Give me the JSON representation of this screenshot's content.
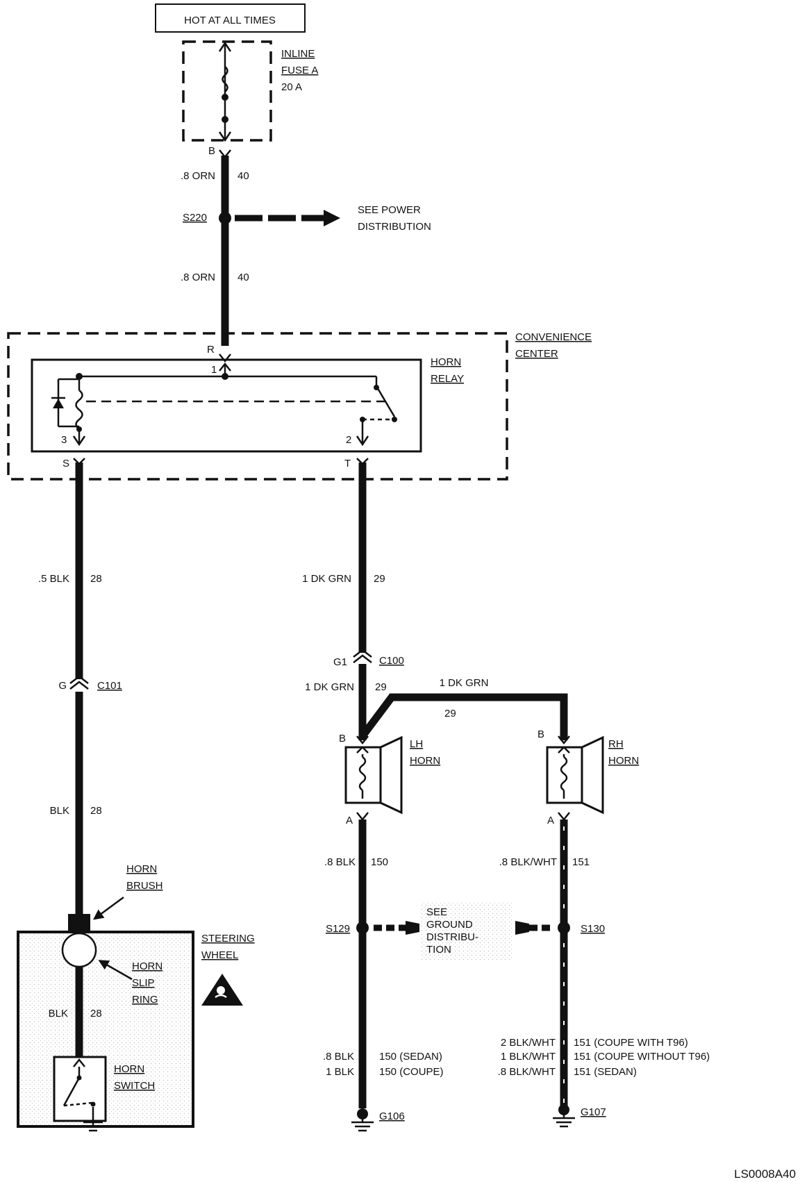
{
  "power": {
    "hot_label": "HOT AT ALL TIMES"
  },
  "fuse": {
    "name_line1": "INLINE",
    "name_line2": "FUSE A",
    "rating": "20 A",
    "pin": "B"
  },
  "wires": {
    "w40_upper_color": ".8 ORN",
    "w40_upper_num": "40",
    "w40_lower_color": ".8 ORN",
    "w40_lower_num": "40",
    "w28_upper_color": ".5 BLK",
    "w28_upper_num": "28",
    "w28_mid_color": "BLK",
    "w28_mid_num": "28",
    "w28_low_color": "BLK",
    "w28_low_num": "28",
    "w29_upper_color": "1 DK GRN",
    "w29_upper_num": "29",
    "w29_lh_color": "1 DK GRN",
    "w29_lh_num": "29",
    "w29_rh_color": "1 DK GRN",
    "w29_rh_num": "29",
    "w150_color": ".8 BLK",
    "w150_num": "150",
    "w151_color": ".8 BLK/WHT",
    "w151_num": "151"
  },
  "splices": {
    "s220": "S220",
    "s129": "S129",
    "s130": "S130"
  },
  "see_power": {
    "line1": "SEE POWER",
    "line2": "DISTRIBUTION"
  },
  "see_ground": {
    "line1": "SEE",
    "line2": "GROUND",
    "line3": "DISTRIBU-",
    "line4": "TION"
  },
  "convenience_center": {
    "line1": "CONVENIENCE",
    "line2": "CENTER",
    "pin_r": "R",
    "pin_s": "S",
    "pin_t": "T"
  },
  "relay": {
    "line1": "HORN",
    "line2": "RELAY",
    "pin1": "1",
    "pin2": "2",
    "pin3": "3"
  },
  "connectors": {
    "c101": "C101",
    "c101_pin": "G",
    "c100": "C100",
    "c100_pin": "G1"
  },
  "lh_horn": {
    "line1": "LH",
    "line2": "HORN",
    "pin_b": "B",
    "pin_a": "A"
  },
  "rh_horn": {
    "line1": "RH",
    "line2": "HORN",
    "pin_b": "B",
    "pin_a": "A"
  },
  "horn_brush": {
    "line1": "HORN",
    "line2": "BRUSH"
  },
  "steering_wheel": {
    "line1": "STEERING",
    "line2": "WHEEL"
  },
  "slip_ring": {
    "line1": "HORN",
    "line2": "SLIP",
    "line3": "RING"
  },
  "horn_switch": {
    "line1": "HORN",
    "line2": "SWITCH"
  },
  "ground_g106": {
    "label": "G106",
    "l1_color": ".8 BLK",
    "l1_text": "150 (SEDAN)",
    "l2_color": "1 BLK",
    "l2_text": "150 (COUPE)"
  },
  "ground_g107": {
    "label": "G107",
    "l1_color": "2 BLK/WHT",
    "l1_text": "151 (COUPE WITH T96)",
    "l2_color": "1 BLK/WHT",
    "l2_text": "151 (COUPE WITHOUT T96)",
    "l3_color": ".8 BLK/WHT",
    "l3_text": "151 (SEDAN)"
  },
  "diagram_code": "LS0008A40"
}
